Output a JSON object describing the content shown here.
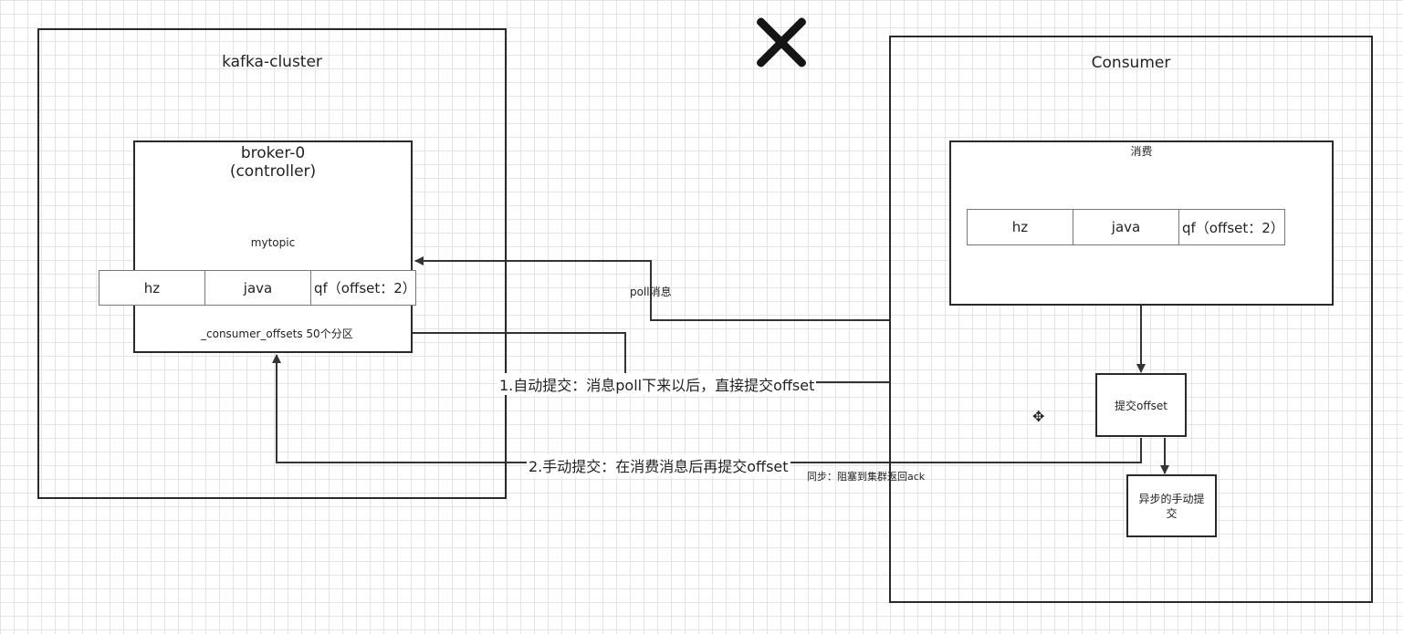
{
  "cluster": {
    "title": "kafka-cluster",
    "broker": {
      "title_line1": "broker-0",
      "title_line2": "(controller)",
      "topic_label": "mytopic",
      "partitions": [
        "hz",
        "java",
        "qf（offset：2）"
      ],
      "offsets_label": "_consumer_offsets 50个分区"
    }
  },
  "consumer": {
    "title": "Consumer",
    "consume": {
      "title": "消费",
      "partitions": [
        "hz",
        "java",
        "qf（offset：2）"
      ]
    },
    "commit_box": "提交offset",
    "async_box_line1": "异步的手动提",
    "async_box_line2": "交"
  },
  "edges": {
    "poll": "poll消息",
    "auto_commit": "1.自动提交：消息poll下来以后，直接提交offset",
    "manual_commit": "2.手动提交：在消费消息后再提交offset",
    "sync_note": "同步：阻塞到集群返回ack"
  },
  "colors": {
    "border": "#2a2a2a",
    "grid": "#e4e4e4",
    "arrow": "#333333"
  }
}
